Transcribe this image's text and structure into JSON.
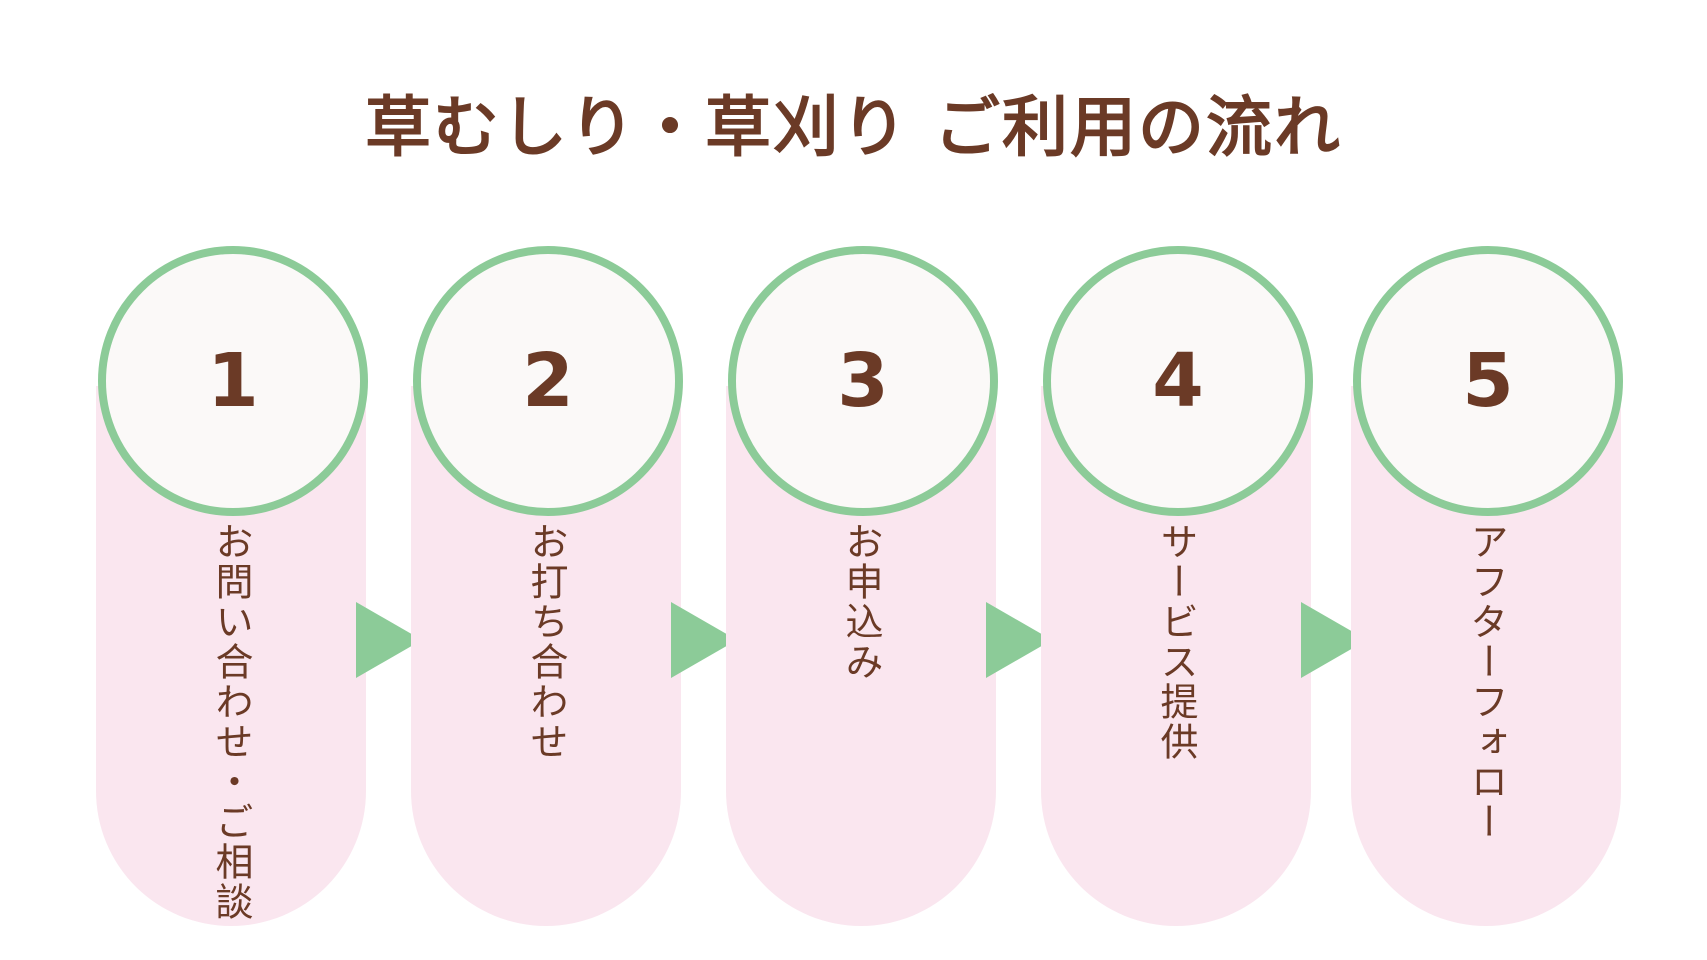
{
  "title": "草むしり・草刈り ご利用の流れ",
  "colors": {
    "title_text": "#6b3a26",
    "circle_border": "#8ccb98",
    "circle_fill": "#fbf9f8",
    "pill_fill": "#fae6ef",
    "arrow": "#8ccb98"
  },
  "steps": [
    {
      "number": "1",
      "label": "お問い合わせ・ご相談"
    },
    {
      "number": "2",
      "label": "お打ち合わせ"
    },
    {
      "number": "3",
      "label": "お申込み"
    },
    {
      "number": "4",
      "label": "サービス提供"
    },
    {
      "number": "5",
      "label": "アフターフォロー"
    }
  ],
  "arrows": [
    {
      "icon": "triangle-right-icon"
    },
    {
      "icon": "triangle-right-icon"
    },
    {
      "icon": "triangle-right-icon"
    },
    {
      "icon": "triangle-right-icon"
    }
  ]
}
